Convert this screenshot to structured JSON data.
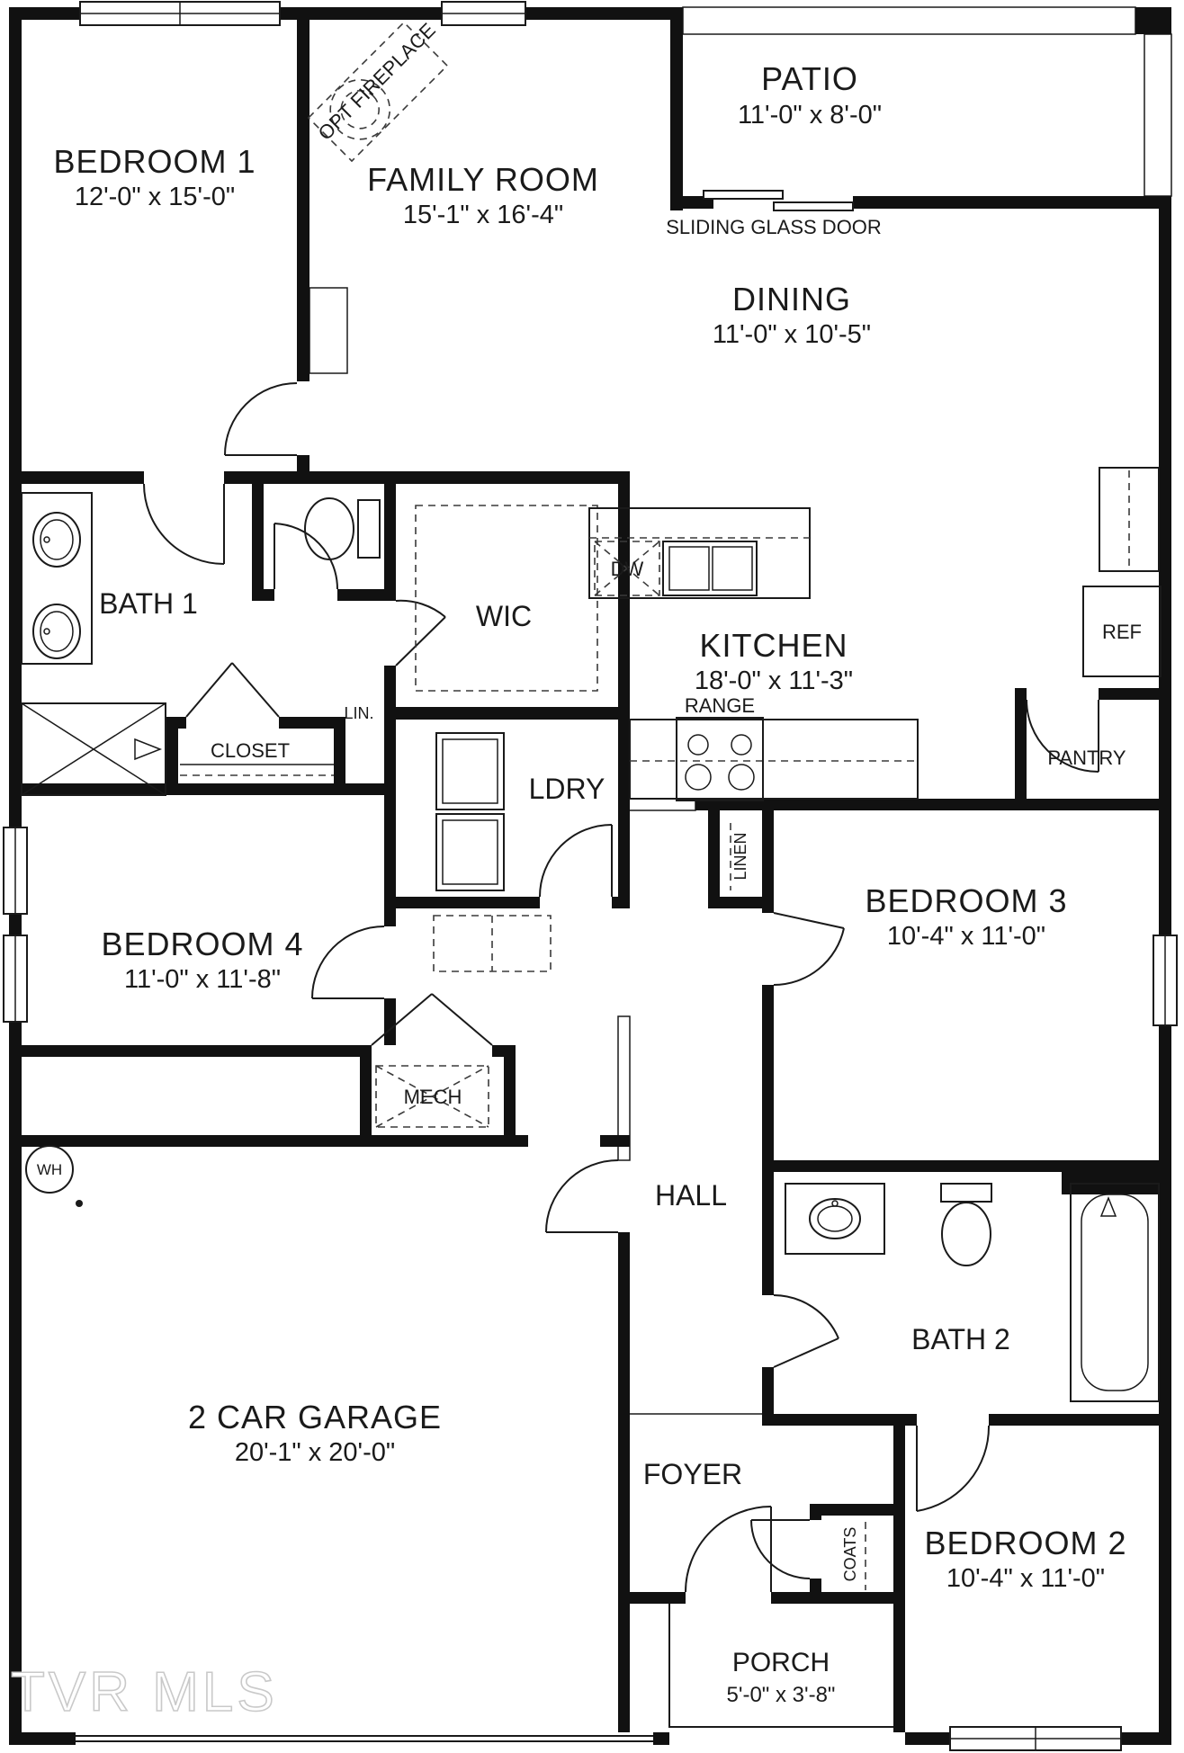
{
  "watermark": "TVR MLS",
  "rooms": {
    "bedroom1": {
      "name": "BEDROOM 1",
      "dims": "12'-0\" x 15'-0\""
    },
    "family": {
      "name": "FAMILY ROOM",
      "dims": "15'-1\" x 16'-4\""
    },
    "patio": {
      "name": "PATIO",
      "dims": "11'-0\" x 8'-0\""
    },
    "dining": {
      "name": "DINING",
      "dims": "11'-0\" x 10'-5\""
    },
    "kitchen": {
      "name": "KITCHEN",
      "dims": "18'-0\" x 11'-3\""
    },
    "bedroom4": {
      "name": "BEDROOM 4",
      "dims": "11'-0\" x 11'-8\""
    },
    "bedroom3": {
      "name": "BEDROOM 3",
      "dims": "10'-4\" x 11'-0\""
    },
    "bedroom2": {
      "name": "BEDROOM 2",
      "dims": "10'-4\" x 11'-0\""
    },
    "garage": {
      "name": "2 CAR GARAGE",
      "dims": "20'-1\" x 20'-0\""
    },
    "porch": {
      "name": "PORCH",
      "dims": "5'-0\" x 3'-8\""
    }
  },
  "areas": {
    "bath1": "BATH 1",
    "bath2": "BATH 2",
    "wic": "WIC",
    "ldry": "LDRY",
    "closet": "CLOSET",
    "hall": "HALL",
    "foyer": "FOYER",
    "mech": "MECH",
    "pantry": "PANTRY"
  },
  "labels": {
    "sliding_glass_door": "SLIDING GLASS DOOR",
    "opt_fireplace": "OPT FIREPLACE",
    "lin": "LIN.",
    "linen": "LINEN",
    "coats": "COATS",
    "dw": "DW",
    "ref": "REF",
    "range": "RANGE",
    "wh": "WH"
  }
}
